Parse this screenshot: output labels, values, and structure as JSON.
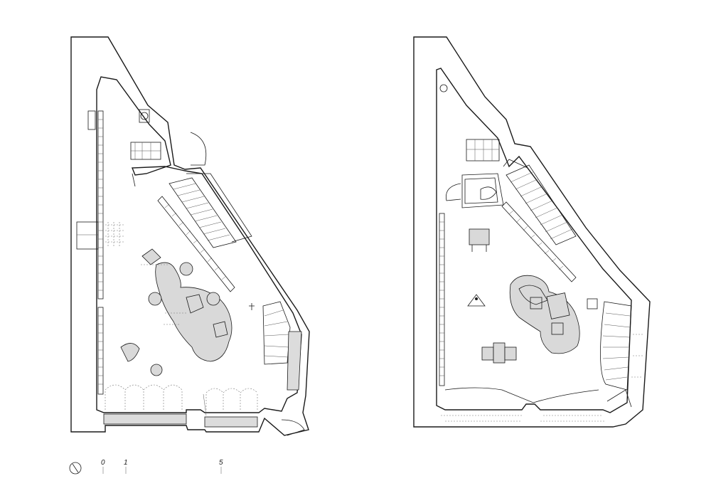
{
  "scale_bar": {
    "labels": [
      "0",
      "1",
      "5"
    ]
  },
  "icons": {
    "north_arrow": "north-arrow-icon"
  },
  "colors": {
    "line": "#1a1a1a",
    "fill_furniture": "#d9d9d9",
    "background": "#ffffff"
  }
}
